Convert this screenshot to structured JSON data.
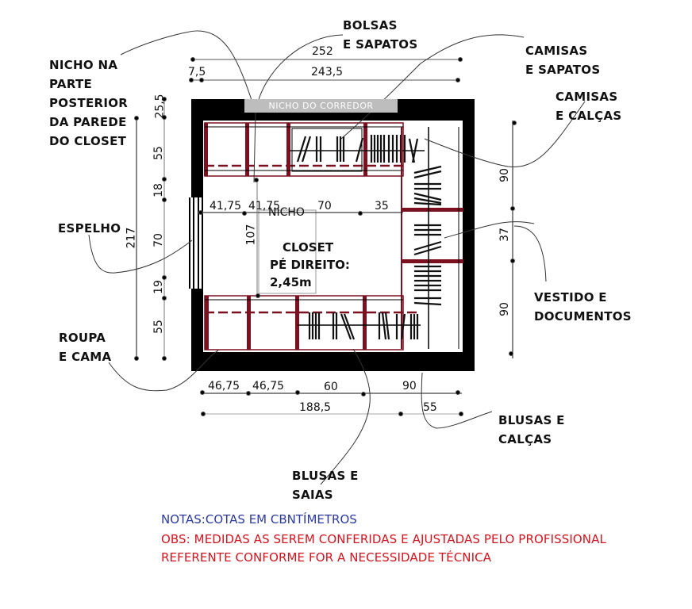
{
  "plan": {
    "room_label": "CLOSET",
    "ceiling_height_label": "PÉ DIREITO:",
    "ceiling_height_value": "2,45m",
    "nicho_label": "NICHO",
    "nicho_corredor_label": "NICHO DO CORREDOR"
  },
  "callouts": {
    "nicho_posterior": [
      "NICHO NA",
      "PARTE",
      "POSTERIOR",
      "DA PAREDE",
      "DO CLOSET"
    ],
    "bolsas_sapatos": [
      "BOLSAS",
      "E SAPATOS"
    ],
    "camisas_sapatos": [
      "CAMISAS",
      "E SAPATOS"
    ],
    "camisas_calcas": [
      "CAMISAS",
      "E CALÇAS"
    ],
    "espelho": [
      "ESPELHO"
    ],
    "vestido_documentos": [
      "VESTIDO E",
      "DOCUMENTOS"
    ],
    "roupa_cama": [
      "ROUPA",
      "E CAMA"
    ],
    "blusas_calcas": [
      "BLUSAS E",
      "CALÇAS"
    ],
    "blusas_saias": [
      "BLUSAS E",
      "SAIAS"
    ]
  },
  "dimensions": {
    "top": {
      "total": "252",
      "left_offset": "7,5",
      "inner": "243,5"
    },
    "left": {
      "total": "217",
      "segments": [
        "25,5",
        "55",
        "18",
        "70",
        "19",
        "55"
      ]
    },
    "right": {
      "segments": [
        "90",
        "37",
        "90"
      ]
    },
    "inner_horizontal": [
      "41,75",
      "41,75",
      "70",
      "35"
    ],
    "inner_vertical": "107",
    "bottom_row1": [
      "46,75",
      "46,75",
      "60",
      "90"
    ],
    "bottom_row2": [
      "188,5",
      "55"
    ]
  },
  "notes": {
    "units": "NOTAS:COTAS EM CBNTÍMETROS",
    "obs_line1": "OBS: MEDIDAS AS SEREM CONFERIDAS E AJUSTADAS PELO PROFISSIONAL",
    "obs_line2": "REFERENTE  CONFORME FOR A NECESSIDADE TÉCNICA"
  },
  "colors": {
    "wall": "#000000",
    "cabinet": "#7a1020",
    "nicho_fill": "#bdbdbd",
    "note_blue": "#2b3aa0",
    "note_red": "#d2141e"
  }
}
